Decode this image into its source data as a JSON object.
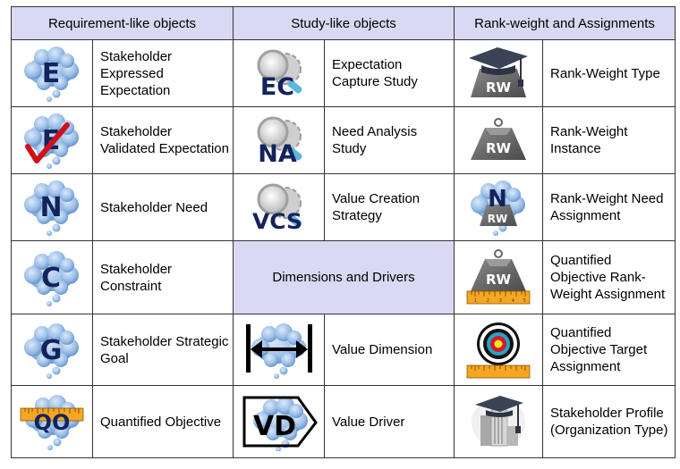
{
  "headers": {
    "requirement": "Requirement-like objects",
    "study": "Study-like objects",
    "rank": "Rank-weight and Assignments",
    "dimensions": "Dimensions and Drivers"
  },
  "requirement_items": [
    {
      "icon": "cloud-e-icon",
      "glyph": "E",
      "label": "Stakeholder Expressed Expectation"
    },
    {
      "icon": "cloud-e-check-icon",
      "glyph": "E",
      "label": "Stakeholder Validated Expectation"
    },
    {
      "icon": "cloud-n-icon",
      "glyph": "N",
      "label": "Stakeholder Need"
    },
    {
      "icon": "cloud-c-icon",
      "glyph": "C",
      "label": "Stakeholder Constraint"
    },
    {
      "icon": "cloud-g-icon",
      "glyph": "G",
      "label": "Stakeholder Strategic Goal"
    },
    {
      "icon": "cloud-qo-ruler-icon",
      "glyph": "QO",
      "label": "Quantified Objective"
    }
  ],
  "study_items": [
    {
      "icon": "magnifier-gear-ec-icon",
      "glyph": "EC",
      "label": "Expectation Capture Study"
    },
    {
      "icon": "magnifier-gear-na-icon",
      "glyph": "NA",
      "label": "Need Analysis Study"
    },
    {
      "icon": "magnifier-gear-vcs-icon",
      "glyph": "VCS",
      "label": "Value Creation Strategy"
    }
  ],
  "dimension_items": [
    {
      "icon": "value-dimension-arrow-icon",
      "label": "Value Dimension"
    },
    {
      "icon": "value-driver-tag-icon",
      "glyph": "VD",
      "label": "Value Driver"
    }
  ],
  "rank_items": [
    {
      "icon": "graduation-cap-rw-icon",
      "glyph": "RW",
      "label": "Rank-Weight Type"
    },
    {
      "icon": "weight-rw-icon",
      "glyph": "RW",
      "label": "Rank-Weight Instance"
    },
    {
      "icon": "weight-cloud-n-rw-icon",
      "glyph": "N",
      "glyph2": "RW",
      "label": "Rank-Weight Need Assignment"
    },
    {
      "icon": "weight-ruler-rw-icon",
      "glyph": "RW",
      "label": "Quantified Objective Rank-Weight Assignment"
    },
    {
      "icon": "target-ruler-icon",
      "label": "Quantified Objective Target Assignment"
    },
    {
      "icon": "graduation-cap-building-icon",
      "label": "Stakeholder Profile (Organization Type)"
    }
  ],
  "ruler_ticks": [
    "1",
    "2",
    "3",
    "4",
    "5"
  ],
  "colors": {
    "header_bg": "#d9d9f3",
    "cloud": "#9cbfe8",
    "letter": "#13235c",
    "weight": "#6b6b6b",
    "ruler": "#f5a623",
    "check": "#d0101b"
  }
}
